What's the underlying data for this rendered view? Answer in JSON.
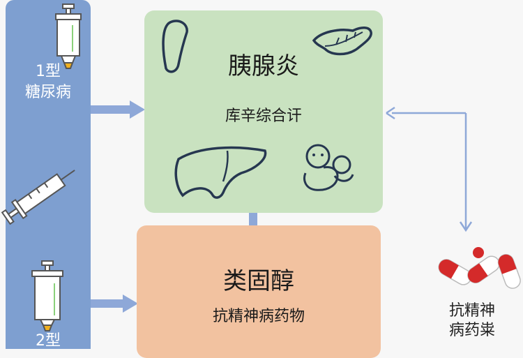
{
  "left_panel": {
    "type1_label": "1型\n糖尿病",
    "type2_label": "2型"
  },
  "pancreatitis_box": {
    "title": "胰腺炎",
    "subtitle": "库辛综合讦"
  },
  "steroid_box": {
    "title": "类固醇",
    "subtitle": "抗精神病药物"
  },
  "right_panel": {
    "drug_label": "抗精神\n病药粜"
  },
  "colors": {
    "left_panel": "#7e9fd0",
    "green_box": "#c9e2c0",
    "orange_box": "#f2c2a0",
    "arrow": "#8ea8d8",
    "pill_red": "#d42a2a"
  }
}
